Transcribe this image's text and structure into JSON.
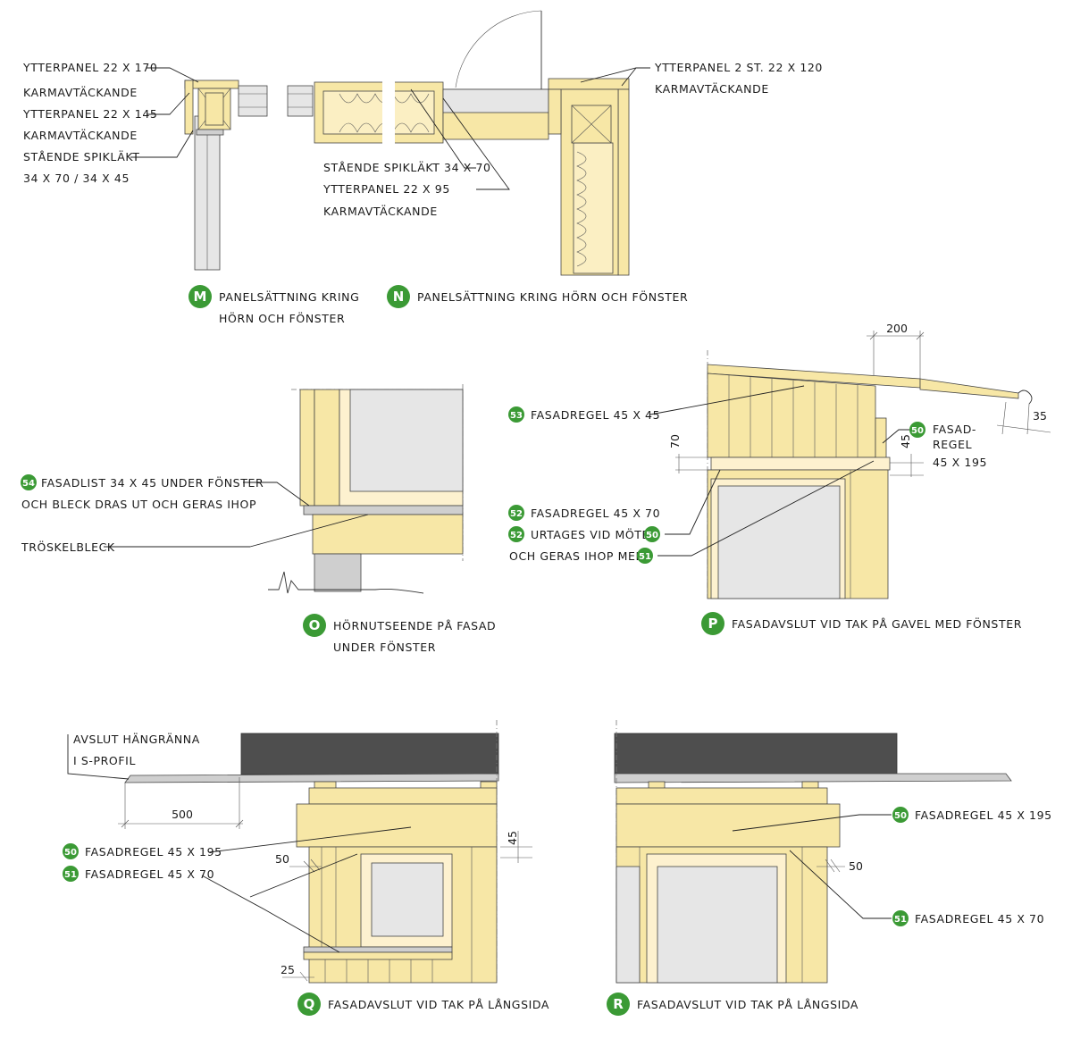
{
  "labels": {
    "m_ytterpanel_170": "YTTERPANEL 22 X 170",
    "m_karm_1": "KARMAVTÄCKANDE",
    "m_ytterpanel_145": "YTTERPANEL 22 X 145",
    "m_karm_2": "KARMAVTÄCKANDE",
    "m_spiklakt": "STÅENDE SPIKLÄKT",
    "m_spiklakt_dims": "34 X 70 / 34 X 45",
    "n_spiklakt": "STÅENDE SPIKLÄKT 34 X 70",
    "n_ytterpanel_95": "YTTERPANEL 22 X 95",
    "n_karm": "KARMAVTÄCKANDE",
    "n_ytterpanel_2st": "YTTERPANEL 2 ST. 22 X 120",
    "n_karm_2": "KARMAVTÄCKANDE",
    "o_fasadlist": "FASADLIST 34 X 45 UNDER FÖNSTER",
    "o_bleck": "OCH BLECK DRAS UT OCH GERAS IHOP",
    "o_troskel": "TRÖSKELBLECK",
    "p_regel_53": "FASADREGEL 45 X 45",
    "p_regel_50_a": "FASAD-",
    "p_regel_50_b": "REGEL",
    "p_regel_50_c": "45 X 195",
    "p_regel_52": "FASADREGEL 45 X 70",
    "p_urtages": "URTAGES VID MÖTE",
    "p_geras": "OCH GERAS IHOP MED",
    "q_avslut_1": "AVSLUT HÄNGRÄNNA",
    "q_avslut_2": "I S-PROFIL",
    "q_regel_50": "FASADREGEL 45 X 195",
    "q_regel_51": "FASADREGEL 45 X 70",
    "r_regel_50": "FASADREGEL 45 X 195",
    "r_regel_51": "FASADREGEL 45 X 70"
  },
  "dimensions": {
    "p_200": "200",
    "p_35": "35",
    "p_70": "70",
    "p_45": "45",
    "q_500": "500",
    "q_45": "45",
    "q_50": "50",
    "q_25": "25",
    "r_50": "50"
  },
  "badges": {
    "b53": "53",
    "b50": "50",
    "b52a": "52",
    "b52b": "52",
    "b50b": "50",
    "b51": "51",
    "b54": "54",
    "bq50": "50",
    "bq51": "51",
    "br50": "50",
    "br51": "51"
  },
  "captions": {
    "M": {
      "letter": "M",
      "line1": "PANELSÄTTNING KRING",
      "line2": "HÖRN OCH FÖNSTER"
    },
    "N": {
      "letter": "N",
      "line1": "PANELSÄTTNING KRING HÖRN OCH FÖNSTER"
    },
    "O": {
      "letter": "O",
      "line1": "HÖRNUTSEENDE PÅ FASAD",
      "line2": "UNDER FÖNSTER"
    },
    "P": {
      "letter": "P",
      "line1": "FASADAVSLUT VID TAK PÅ GAVEL MED FÖNSTER"
    },
    "Q": {
      "letter": "Q",
      "line1": "FASADAVSLUT VID TAK PÅ LÅNGSIDA"
    },
    "R": {
      "letter": "R",
      "line1": "FASADAVSLUT VID TAK PÅ LÅNGSIDA"
    }
  },
  "colors": {
    "wood": "#f7e7a6",
    "trim": "#fdf1cf",
    "glass": "#e6e6e6",
    "roof": "#4e4e4e",
    "badge": "#3b9a35"
  }
}
